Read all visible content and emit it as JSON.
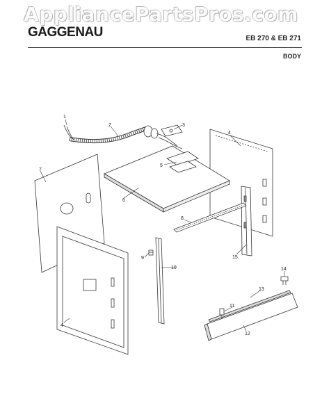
{
  "watermark": "AppliancePartsPros.com",
  "header": {
    "brand": "GAGGENAU",
    "model": "EB 270 & EB 271",
    "section": "BODY"
  },
  "parts": {
    "p1": "1",
    "p2": "2",
    "p3": "3",
    "p4a": "4",
    "p4b": "4",
    "p5": "5",
    "p6": "6",
    "p7": "7",
    "p8": "8",
    "p9": "9",
    "p10": "10",
    "p11": "11",
    "p12": "12",
    "p13": "13",
    "p14": "14",
    "p15": "15"
  },
  "colors": {
    "line": "#333333",
    "fill": "#ffffff",
    "shade": "#cfcfcf"
  }
}
